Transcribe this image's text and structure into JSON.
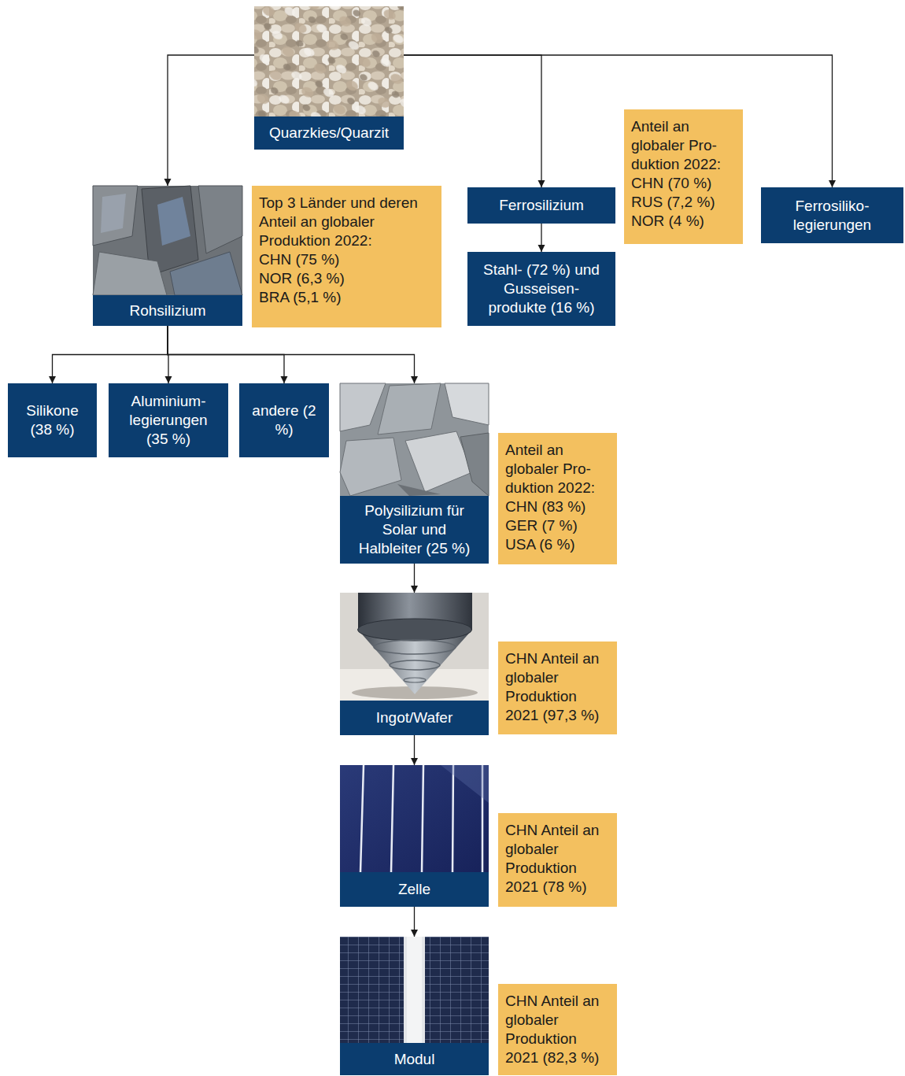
{
  "diagram": {
    "nodes": [
      {
        "text": [
          "Quarzkies/Quarzit"
        ]
      },
      {
        "text": [
          "Anteil an globaler Pro- duktion 2022:",
          "CHN (70 %)",
          "RUS (7,2 %)",
          "NOR (4 %)"
        ]
      },
      {
        "text": [
          "Rohsilizium"
        ]
      },
      {
        "text": [
          "Top 3 Länder und deren Anteil an globaler Produktion 2022:",
          "CHN (75 %)",
          "NOR (6,3 %)",
          "BRA (5,1 %)"
        ]
      },
      {
        "text": [
          "Ferrosilizium"
        ]
      },
      {
        "text": [
          "Ferrosiliko- legierungen"
        ]
      },
      {
        "text": [
          "Stahl- (72 %) und Gusseisen- produkte (16 %)"
        ]
      },
      {
        "text": [
          "Silikone (38 %)"
        ]
      },
      {
        "text": [
          "Aluminium- legierungen (35 %)"
        ]
      },
      {
        "text": [
          "andere (2 %)"
        ]
      },
      {
        "text": [
          "Polysilizium für Solar und Halbleiter (25 %)"
        ]
      },
      {
        "text": [
          "Anteil an globaler Pro- duktion 2022:",
          "CHN (83 %)",
          "GER (7 %)",
          "USA (6 %)"
        ]
      },
      {
        "text": [
          "Ingot/Wafer"
        ]
      },
      {
        "text": [
          "CHN Anteil an globaler Produktion 2021 (97,3 %)"
        ]
      },
      {
        "text": [
          "Zelle"
        ]
      },
      {
        "text": [
          "CHN Anteil an globaler Produktion 2021 (78 %)"
        ]
      },
      {
        "text": [
          "Modul"
        ]
      },
      {
        "text": [
          "CHN Anteil an globaler Produktion 2021 (82,3 %)"
        ]
      }
    ],
    "edges": [
      {
        "from": 0,
        "to": 2,
        "arrow": "to"
      },
      {
        "from": 0,
        "to": 4,
        "arrow": "to"
      },
      {
        "from": 0,
        "to": 5,
        "arrow": "to"
      },
      {
        "from": 4,
        "to": 6,
        "arrow": "to"
      },
      {
        "from": 2,
        "to": 7,
        "arrow": "to"
      },
      {
        "from": 2,
        "to": 8,
        "arrow": "to"
      },
      {
        "from": 2,
        "to": 9,
        "arrow": "to"
      },
      {
        "from": 2,
        "to": 10,
        "arrow": "to"
      },
      {
        "from": 10,
        "to": 12,
        "arrow": "to"
      },
      {
        "from": 12,
        "to": 14,
        "arrow": "to"
      },
      {
        "from": 14,
        "to": 16,
        "arrow": "to"
      }
    ]
  }
}
